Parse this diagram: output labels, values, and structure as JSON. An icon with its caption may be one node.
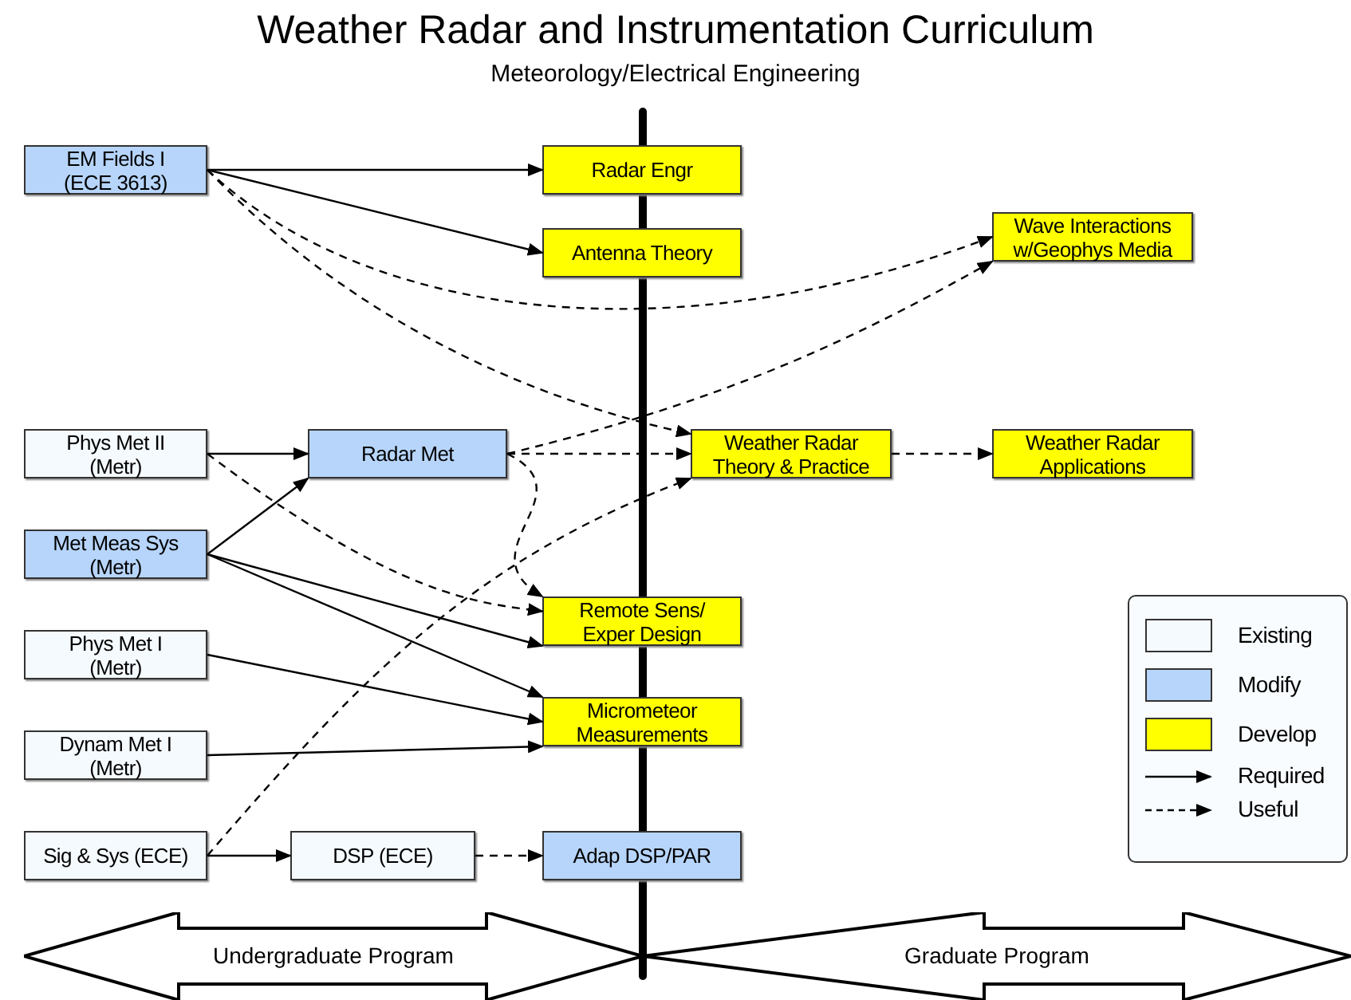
{
  "diagram": {
    "title": "Weather Radar and Instrumentation Curriculum",
    "nodes": [
      {
        "text": [
          "EM Fields I (ECE 3613)"
        ]
      },
      {
        "text": [
          "Radar Engr"
        ]
      },
      {
        "text": [
          "Antenna Theory"
        ]
      },
      {
        "text": [
          "Wave Interactions w/Geophys Media"
        ]
      },
      {
        "text": [
          "Phys Met II (Metr)"
        ]
      },
      {
        "text": [
          "Radar Met"
        ]
      },
      {
        "text": [
          "Weather Radar Theory & Practice"
        ]
      },
      {
        "text": [
          "Weather Radar Applications"
        ]
      },
      {
        "text": [
          "Met Meas Sys (Metr)"
        ]
      },
      {
        "text": [
          "Remote Sens/ Exper Design"
        ]
      },
      {
        "text": [
          "Phys Met I (Metr)"
        ]
      },
      {
        "text": [
          "Micrometeor Measurements"
        ]
      },
      {
        "text": [
          "Dynam Met I (Metr)"
        ]
      },
      {
        "text": [
          "Sig & Sys (ECE)"
        ]
      },
      {
        "text": [
          "DSP (ECE)"
        ]
      },
      {
        "text": [
          "Adap DSP/PAR"
        ]
      },
      {
        "text": [
          "Undergraduate Program"
        ]
      },
      {
        "text": [
          "Graduate Program"
        ]
      }
    ],
    "edges": [
      {
        "from": 0,
        "to": 1,
        "arrow": "to"
      },
      {
        "from": 0,
        "to": 2,
        "arrow": "to"
      },
      {
        "from": 0,
        "to": 3,
        "arrow": "to",
        "style": "dashed"
      },
      {
        "from": 0,
        "to": 6,
        "arrow": "to",
        "style": "dashed"
      },
      {
        "from": 4,
        "to": 5,
        "arrow": "to"
      },
      {
        "from": 4,
        "to": 9,
        "arrow": "to",
        "style": "dashed"
      },
      {
        "from": 5,
        "to": 3,
        "arrow": "to",
        "style": "dashed"
      },
      {
        "from": 5,
        "to": 6,
        "arrow": "to",
        "style": "dashed"
      },
      {
        "from": 5,
        "to": 9,
        "arrow": "to",
        "style": "dashed"
      },
      {
        "from": 6,
        "to": 7,
        "arrow": "to",
        "style": "dashed"
      },
      {
        "from": 8,
        "to": 5,
        "arrow": "to"
      },
      {
        "from": 8,
        "to": 9,
        "arrow": "to"
      },
      {
        "from": 8,
        "to": 11,
        "arrow": "to"
      },
      {
        "from": 10,
        "to": 11,
        "arrow": "to"
      },
      {
        "from": 12,
        "to": 11,
        "arrow": "to"
      },
      {
        "from": 13,
        "to": 14,
        "arrow": "to"
      },
      {
        "from": 13,
        "to": 6,
        "arrow": "to",
        "style": "dashed"
      },
      {
        "from": 14,
        "to": 15,
        "arrow": "to",
        "style": "dashed"
      }
    ],
    "labels": [
      "Meteorology/Electrical Engineering"
    ],
    "legend": [
      {
        "text": "Existing",
        "color": "#f5faff"
      },
      {
        "text": "Modify",
        "color": "#b7d5fb"
      },
      {
        "text": "Develop",
        "color": "#ffff00"
      },
      {
        "text": "Required"
      },
      {
        "text": "Useful"
      }
    ]
  }
}
